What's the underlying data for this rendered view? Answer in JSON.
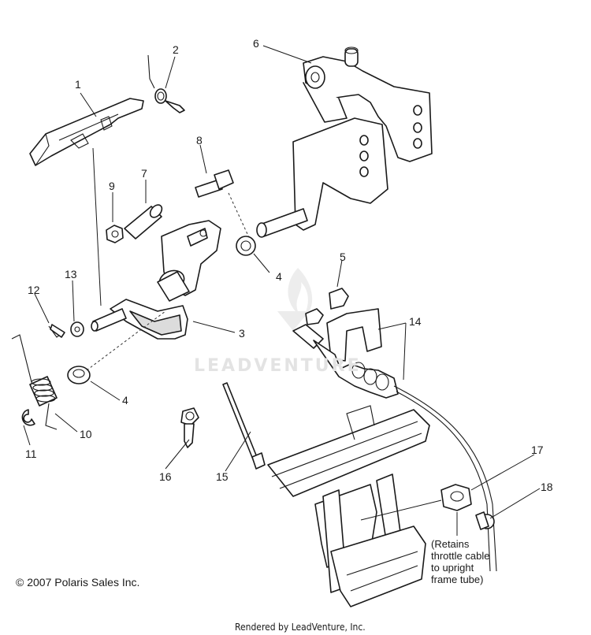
{
  "callouts": {
    "c1": "1",
    "c2": "2",
    "c3": "3",
    "c4a": "4",
    "c4b": "4",
    "c5": "5",
    "c6": "6",
    "c7": "7",
    "c8": "8",
    "c9": "9",
    "c10": "10",
    "c11": "11",
    "c12": "12",
    "c13": "13",
    "c14": "14",
    "c15": "15",
    "c16": "16",
    "c17": "17",
    "c18": "18"
  },
  "note": "(Retains\nthrottle cable\nto upright\nframe tube)",
  "copyright": "© 2007 Polaris Sales Inc.",
  "rendered_by": "Rendered by LeadVenture, Inc.",
  "watermark": "LEADVENTURE"
}
